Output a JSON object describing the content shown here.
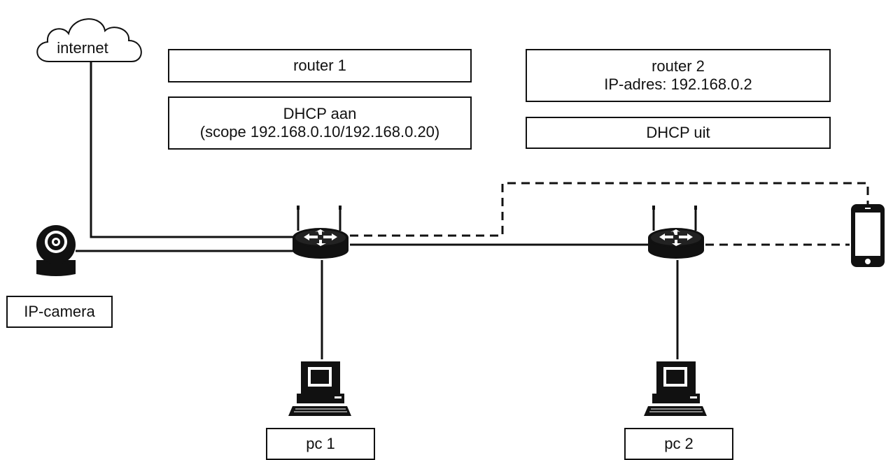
{
  "internet": {
    "label": "internet"
  },
  "router1": {
    "name": "router 1",
    "dhcp_line1": "DHCP aan",
    "dhcp_line2": "(scope 192.168.0.10/192.168.0.20)"
  },
  "router2": {
    "name": "router 2",
    "ip_line": "IP-adres: 192.168.0.2",
    "dhcp": "DHCP uit"
  },
  "camera": {
    "label": "IP-camera"
  },
  "pc1": {
    "label": "pc 1"
  },
  "pc2": {
    "label": "pc 2"
  }
}
